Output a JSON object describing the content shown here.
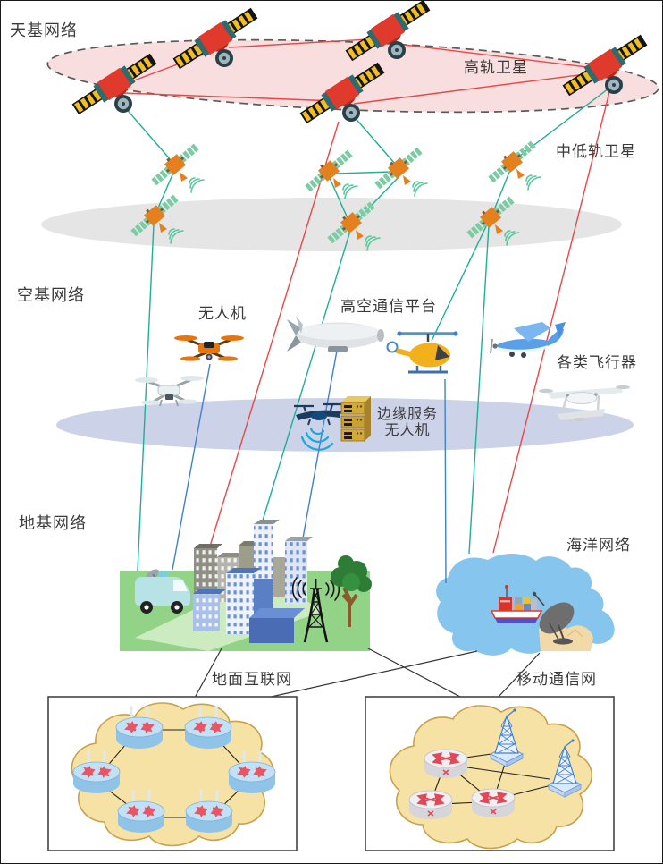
{
  "figure": {
    "title_note": "空天地一体化网络架构示意图",
    "labels": {
      "space_network": "天基网络",
      "geo_satellites": "高轨卫星",
      "leo_satellites": "中低轨卫星",
      "air_network": "空基网络",
      "uav": "无人机",
      "ha_platform": "高空通信平台",
      "aircraft": "各类飞行器",
      "edge_uav_line1": "边缘服务",
      "edge_uav_line2": "无人机",
      "ground_network": "地基网络",
      "ocean_network": "海洋网络",
      "terrestrial_internet": "地面互联网",
      "mobile_network": "移动通信网"
    },
    "colors": {
      "geo_orbit_fill": "#f8dede",
      "orbit_dash_border": "#5a5a5a",
      "leo_band": "#e5e5e5",
      "air_band": "#c8cfe7",
      "link_red": "#ee4545",
      "link_green": "#1fae96",
      "link_blue": "#3f7fd6",
      "callout_black": "#333333",
      "ground_green": "#93d388",
      "ocean_blue": "#86c5ee",
      "sand": "#f2d9a8",
      "cloud_fill": "#f7e2a6",
      "cloud_border": "#c9a14e"
    },
    "icons": [
      "geo-satellite-icon",
      "leo-satellite-icon",
      "quadcopter-drone-icon",
      "white-drone-icon",
      "airship-icon",
      "helicopter-icon",
      "airplane-icon",
      "fixedwing-uav-icon",
      "edge-server-drone-icon",
      "server-stack-icon",
      "wifi-waves-icon",
      "satellite-van-icon",
      "city-buildings-icon",
      "radio-tower-icon",
      "tree-icon",
      "cargo-ship-icon",
      "ground-dish-icon",
      "router-icon",
      "base-station-tower-icon",
      "network-cloud-icon"
    ]
  }
}
